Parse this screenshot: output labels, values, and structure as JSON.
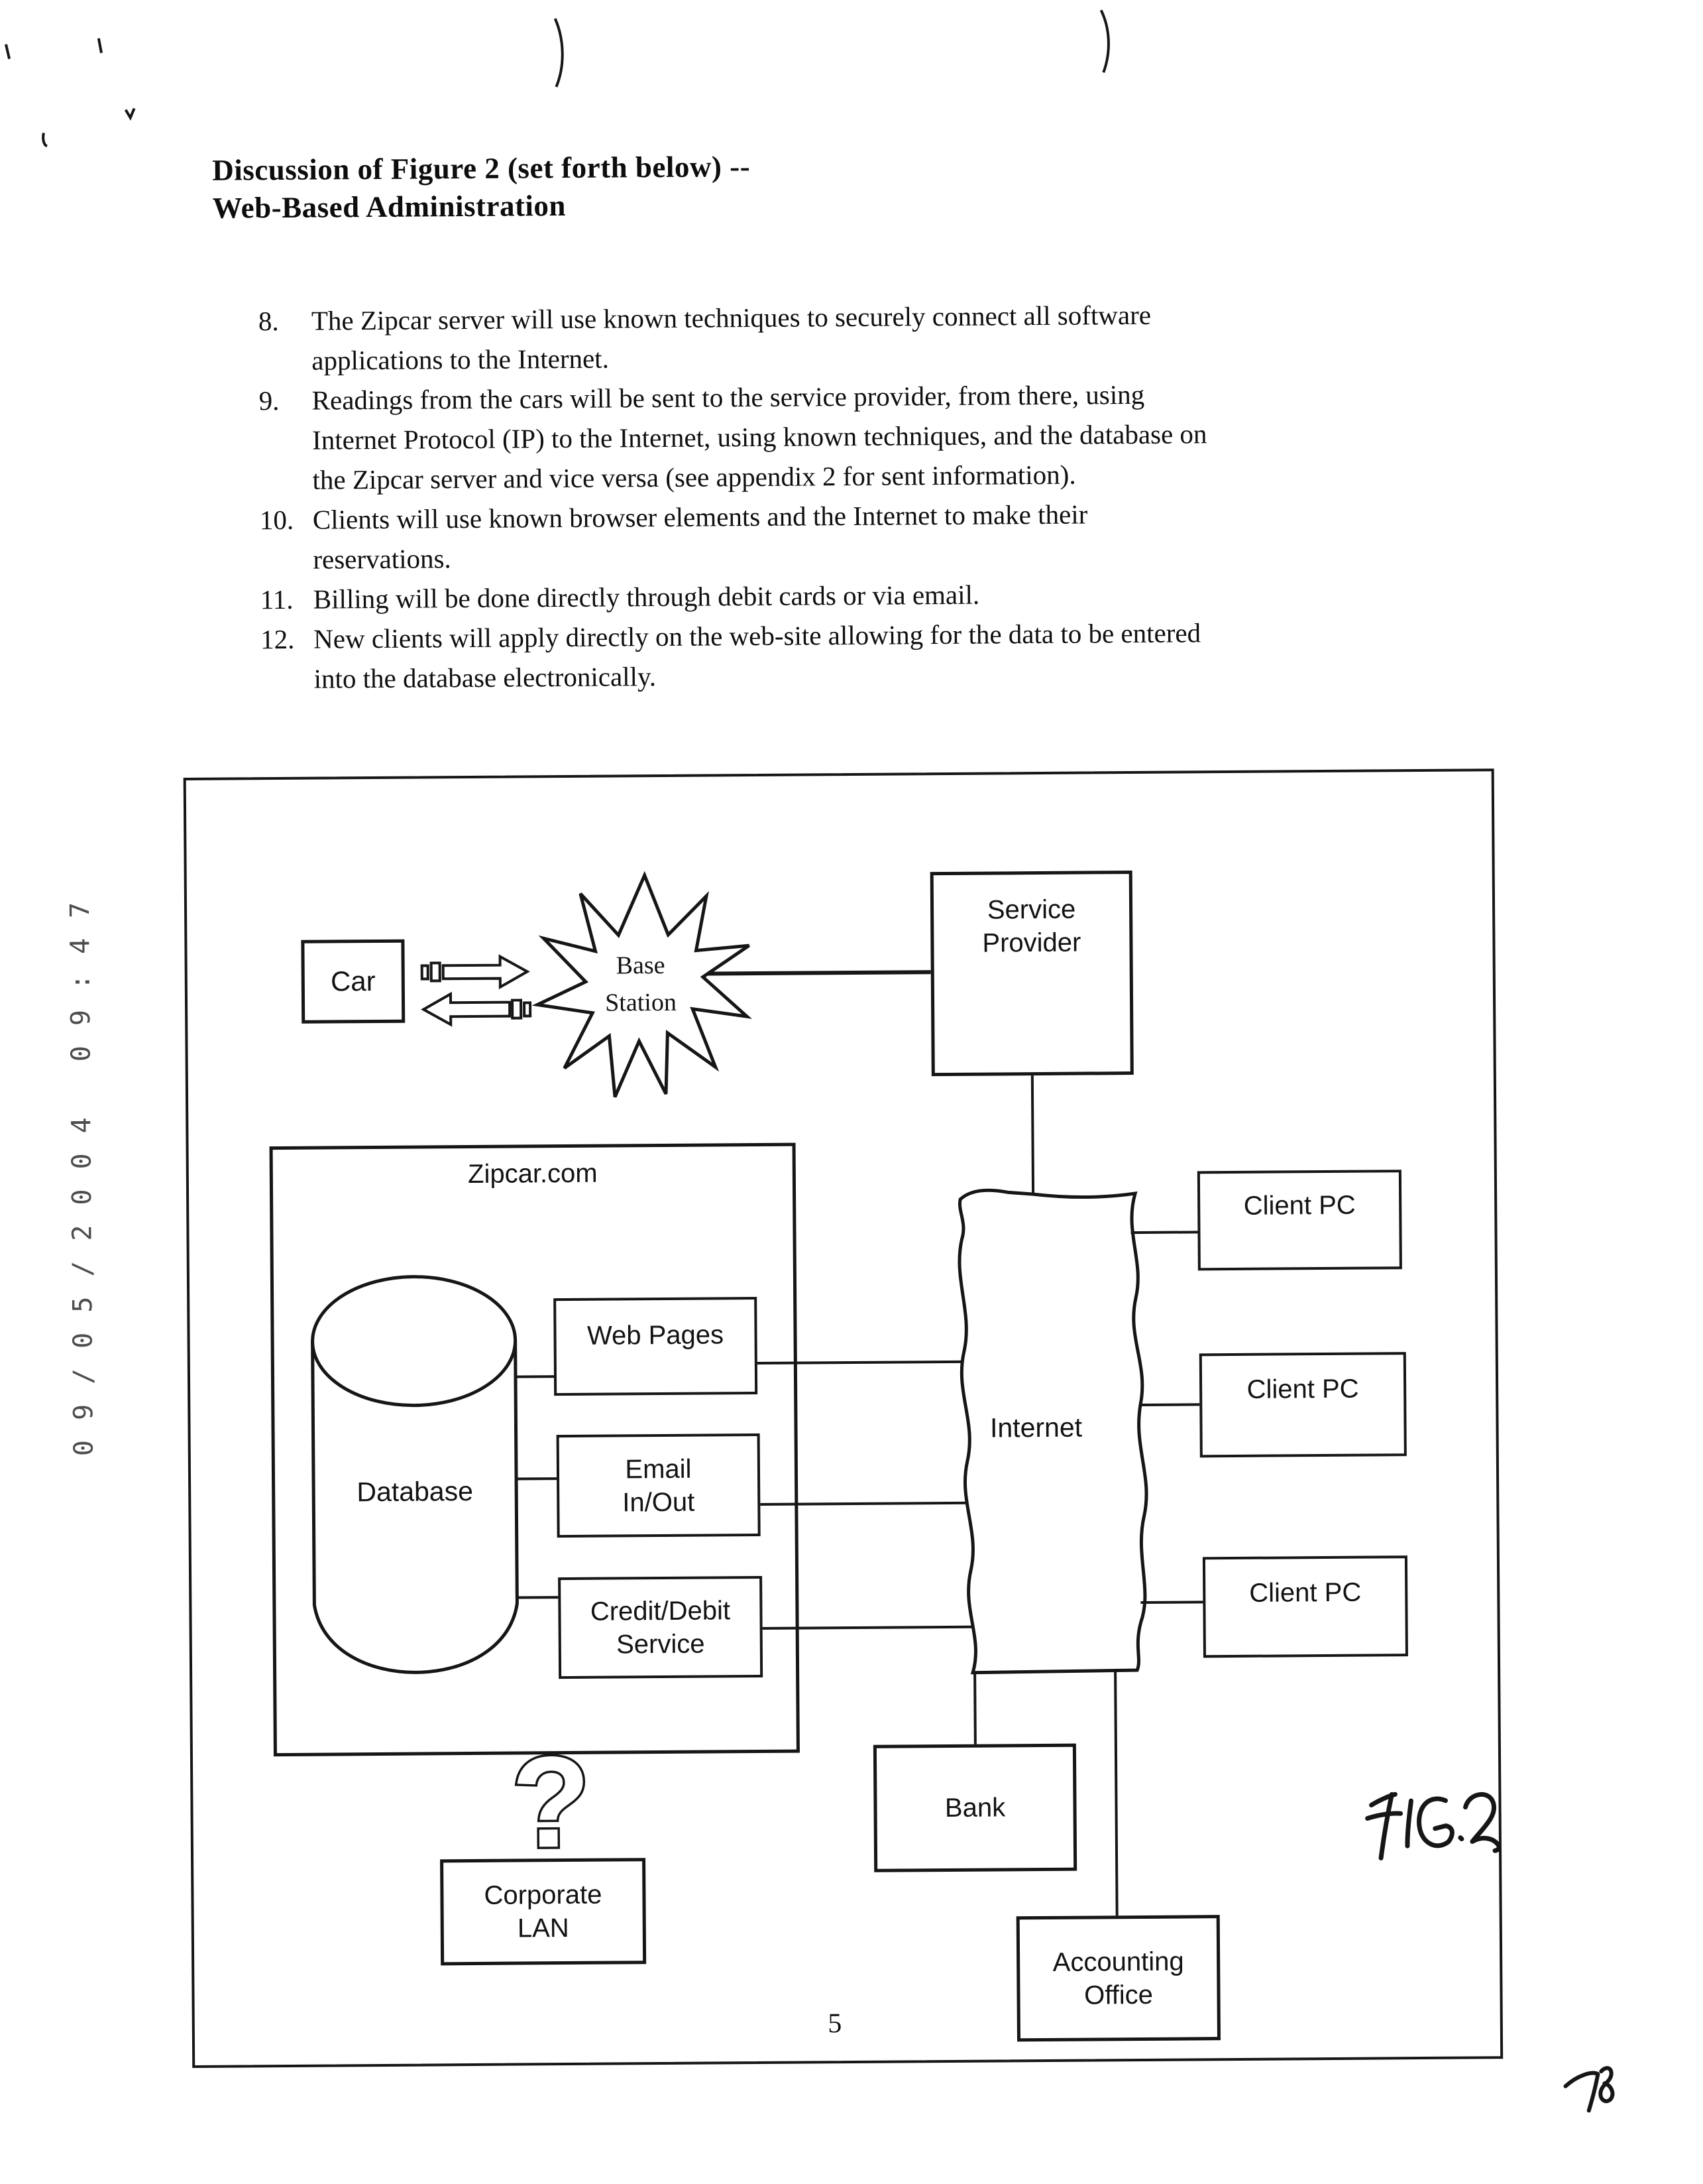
{
  "document": {
    "title_line1": "Discussion of Figure 2 (set forth below) --",
    "title_line2": "Web-Based Administration",
    "items": [
      {
        "num": "8.",
        "lines": [
          "The Zipcar server will use known techniques to securely connect all software",
          "applications to the Internet."
        ]
      },
      {
        "num": "9.",
        "lines": [
          "Readings from the cars will be sent to the service provider, from there, using",
          "Internet Protocol (IP) to the Internet, using known techniques, and the database on",
          "the Zipcar server and vice versa (see appendix 2 for sent information)."
        ]
      },
      {
        "num": "10.",
        "lines": [
          "Clients will use known browser elements and the Internet to make their",
          "reservations."
        ]
      },
      {
        "num": "11.",
        "lines": [
          "Billing will be done directly through debit cards or via email."
        ]
      },
      {
        "num": "12.",
        "lines": [
          "New clients will apply directly on the web-site allowing for the data to be entered",
          "into the database electronically."
        ]
      }
    ],
    "page_number": "5"
  },
  "diagram": {
    "car_label": "Car",
    "base_station_line1": "Base",
    "base_station_line2": "Station",
    "service_provider_line1": "Service",
    "service_provider_line2": "Provider",
    "zipcar_label": "Zipcar.com",
    "database_label": "Database",
    "web_pages_label": "Web Pages",
    "email_line1": "Email",
    "email_line2": "In/Out",
    "credit_line1": "Credit/Debit",
    "credit_line2": "Service",
    "internet_label": "Internet",
    "client_pc_labels": [
      "Client PC",
      "Client PC",
      "Client PC"
    ],
    "bank_label": "Bank",
    "accounting_line1": "Accounting",
    "accounting_line2": "Office",
    "corporate_lan_line1": "Corporate",
    "corporate_lan_line2": "LAN",
    "question_mark": "?"
  },
  "annotations": {
    "figure_label": "FIG. 2",
    "handwritten_number": "78",
    "fax_stamp": "09/05/2004 09:47"
  },
  "colors": {
    "ink": "#161616",
    "paper": "#ffffff"
  }
}
